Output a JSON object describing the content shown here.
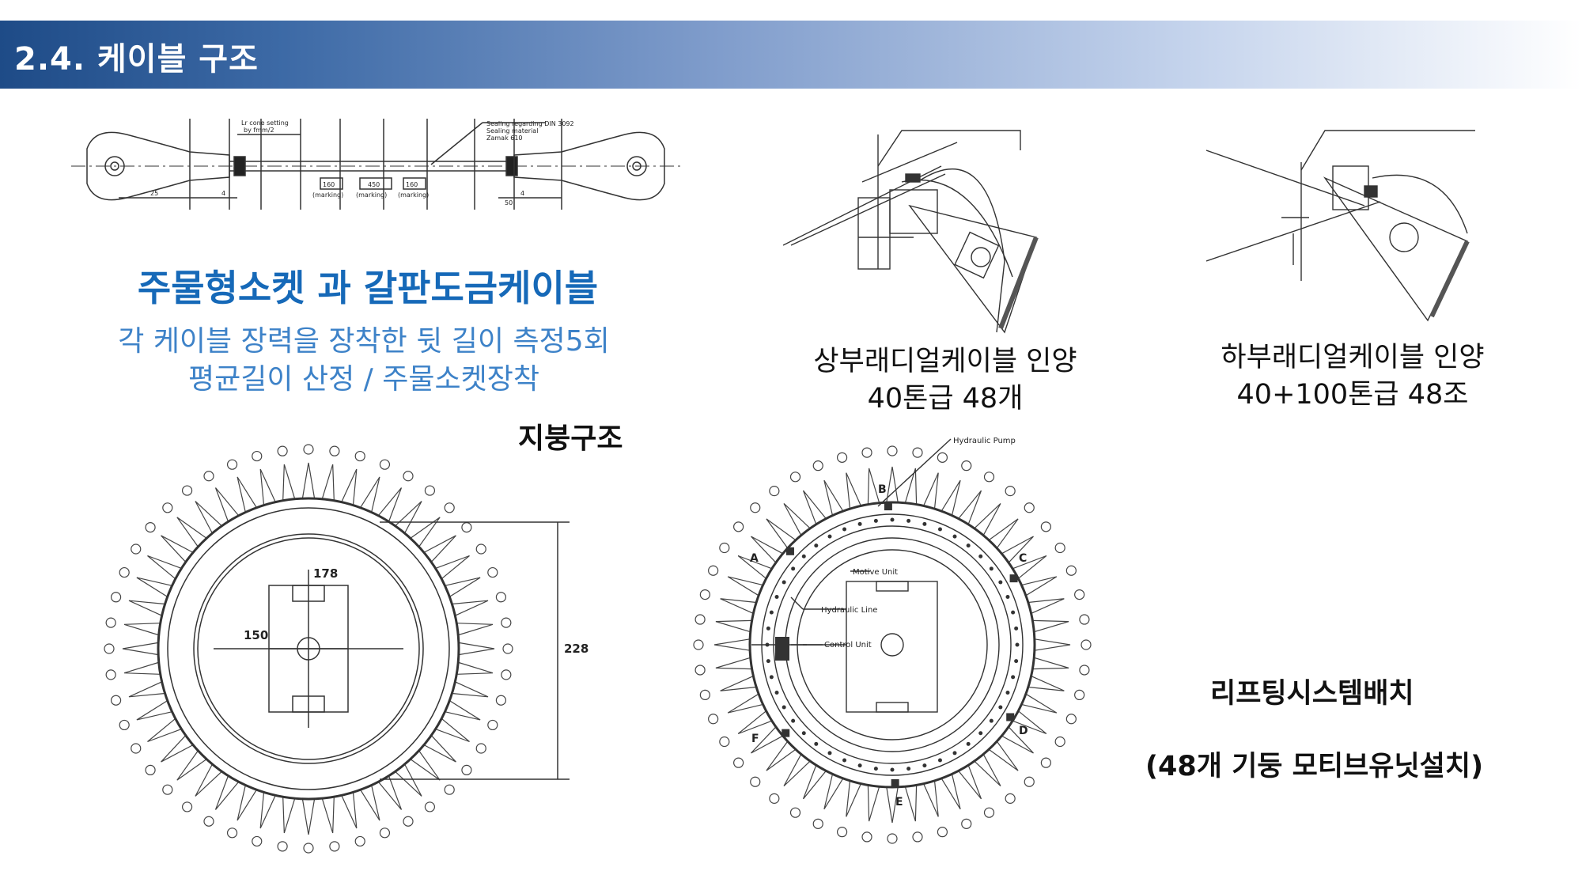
{
  "header": {
    "title": "2.4. 케이블 구조"
  },
  "cable_drawing": {
    "annotations": [
      "Lr cone setting",
      "by fmm/2",
      "Sealing regarding DIN 3092",
      "Sealing material",
      "Zamak 610"
    ],
    "dims": [
      "25",
      "4",
      "160",
      "450",
      "160",
      "50",
      "4"
    ],
    "markings": [
      "(marking)",
      "(marking)",
      "(marking)"
    ]
  },
  "socket_section": {
    "title": "주물형소켓 과 갈판도금케이블",
    "desc_line1": "각 케이블 장력을 장착한 뒷 길이 측정5회",
    "desc_line2": "평균길이 산정 / 주물소켓장착"
  },
  "upper_lift": {
    "line1": "상부래디얼케이블 인양",
    "line2": "40톤급 48개"
  },
  "lower_lift": {
    "line1": "하부래디얼케이블 인양",
    "line2": "40+100톤급 48조"
  },
  "roof": {
    "label": "지붕구조",
    "dim_width": "150",
    "dim_length": "178",
    "dim_outer": "228"
  },
  "lifting_plan": {
    "labels": {
      "pump": "Hydraulic Pump",
      "motive": "Motive Unit",
      "hydraulic_line": "Hydraulic Line",
      "control": "Control Unit"
    },
    "points": [
      "A",
      "B",
      "C",
      "D",
      "E",
      "F"
    ],
    "caption": "리프팅시스템배치",
    "note": "(48개 기둥 모티브유닛설치)"
  },
  "colors": {
    "header_dark": "#1e4b87",
    "title_blue": "#1669b8",
    "sub_blue": "#3d82c8"
  }
}
